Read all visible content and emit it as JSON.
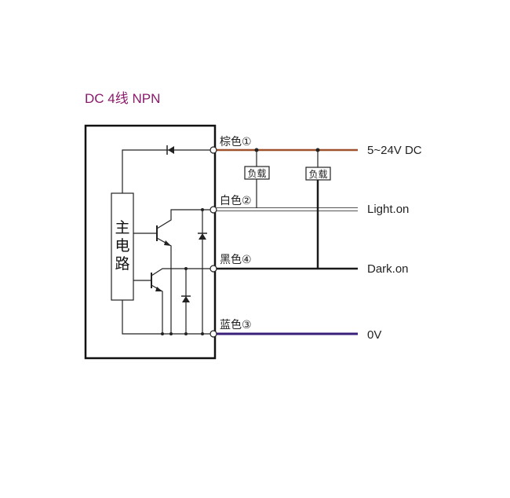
{
  "title": "DC 4线   NPN",
  "block": {
    "label_chars": [
      "主",
      "电",
      "路"
    ]
  },
  "terminals": {
    "brown": "棕色①",
    "white": "白色②",
    "black": "黑色④",
    "blue": "蓝色③"
  },
  "loads": {
    "load1": "负载",
    "load2": "负载"
  },
  "outputs": {
    "supply": "5~24V DC",
    "light": "Light.on",
    "dark": "Dark.on",
    "ground": "0V"
  },
  "colors": {
    "title": "#8b1a6b",
    "brown_wire": "#a0522d",
    "white_wire": "#888888",
    "black_wire": "#1a1a1a",
    "blue_wire": "#3a1f7a"
  }
}
